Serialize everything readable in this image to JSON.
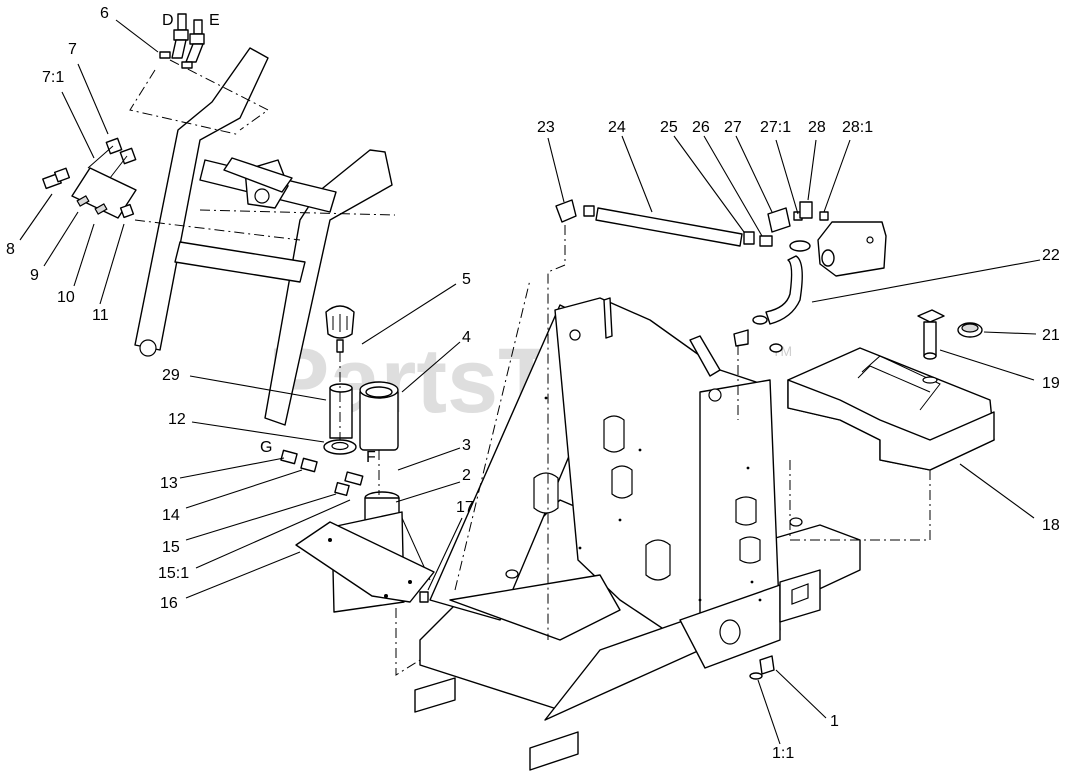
{
  "watermark": {
    "text": "PartsTree",
    "trademark": "TM"
  },
  "callouts": [
    {
      "id": "c-6",
      "label": "6"
    },
    {
      "id": "c-D",
      "label": "D"
    },
    {
      "id": "c-E",
      "label": "E"
    },
    {
      "id": "c-7",
      "label": "7"
    },
    {
      "id": "c-7-1",
      "label": "7:1"
    },
    {
      "id": "c-8",
      "label": "8"
    },
    {
      "id": "c-9",
      "label": "9"
    },
    {
      "id": "c-10",
      "label": "10"
    },
    {
      "id": "c-11",
      "label": "11"
    },
    {
      "id": "c-5",
      "label": "5"
    },
    {
      "id": "c-4",
      "label": "4"
    },
    {
      "id": "c-29",
      "label": "29"
    },
    {
      "id": "c-12",
      "label": "12"
    },
    {
      "id": "c-G",
      "label": "G"
    },
    {
      "id": "c-F",
      "label": "F"
    },
    {
      "id": "c-3",
      "label": "3"
    },
    {
      "id": "c-2",
      "label": "2"
    },
    {
      "id": "c-13",
      "label": "13"
    },
    {
      "id": "c-14",
      "label": "14"
    },
    {
      "id": "c-15",
      "label": "15"
    },
    {
      "id": "c-15-1",
      "label": "15:1"
    },
    {
      "id": "c-16",
      "label": "16"
    },
    {
      "id": "c-17",
      "label": "17"
    },
    {
      "id": "c-23",
      "label": "23"
    },
    {
      "id": "c-24",
      "label": "24"
    },
    {
      "id": "c-25",
      "label": "25"
    },
    {
      "id": "c-26",
      "label": "26"
    },
    {
      "id": "c-27",
      "label": "27"
    },
    {
      "id": "c-27-1",
      "label": "27:1"
    },
    {
      "id": "c-28",
      "label": "28"
    },
    {
      "id": "c-28-1",
      "label": "28:1"
    },
    {
      "id": "c-22",
      "label": "22"
    },
    {
      "id": "c-21",
      "label": "21"
    },
    {
      "id": "c-19",
      "label": "19"
    },
    {
      "id": "c-18",
      "label": "18"
    },
    {
      "id": "c-1",
      "label": "1"
    },
    {
      "id": "c-1-1",
      "label": "1:1"
    }
  ]
}
